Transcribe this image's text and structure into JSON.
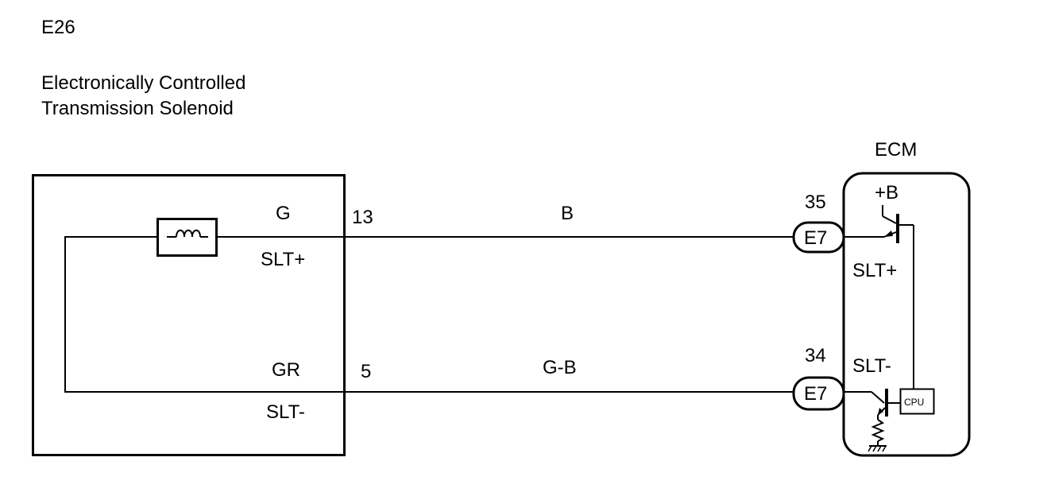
{
  "solenoid": {
    "code": "E26",
    "title_line1": "Electronically Controlled",
    "title_line2": "Transmission Solenoid",
    "upper_wire_color": "G",
    "upper_terminal_name": "SLT+",
    "upper_pin": "13",
    "lower_wire_color": "GR",
    "lower_terminal_name": "SLT-",
    "lower_pin": "5"
  },
  "harness": {
    "upper_wire": "B",
    "lower_wire": "G-B"
  },
  "ecm": {
    "title": "ECM",
    "supply_label": "+B",
    "upper_pin": "35",
    "upper_connector": "E7",
    "upper_terminal_name": "SLT+",
    "lower_pin": "34",
    "lower_connector": "E7",
    "lower_terminal_name": "SLT-",
    "cpu_label": "CPU"
  }
}
